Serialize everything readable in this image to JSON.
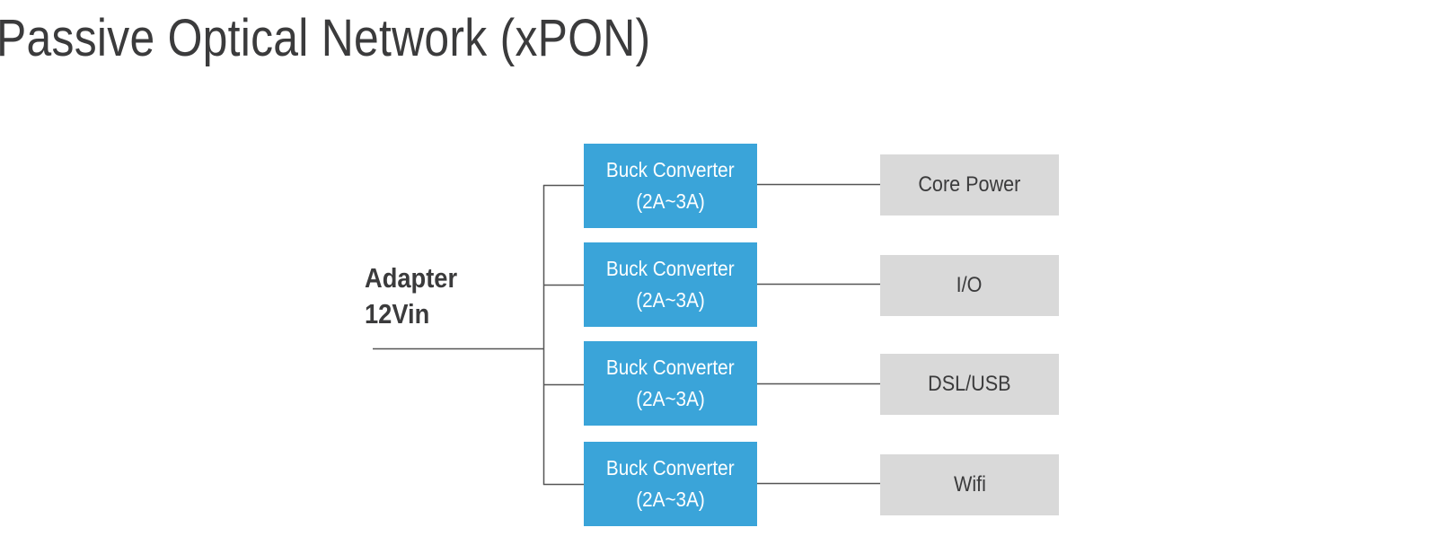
{
  "title": "Passive Optical Network (xPON)",
  "adapter": {
    "line1": "Adapter",
    "line2": "12Vin"
  },
  "branches": [
    {
      "converter_line1": "Buck Converter",
      "converter_line2": "(2A~3A)",
      "load": "Core Power"
    },
    {
      "converter_line1": "Buck Converter",
      "converter_line2": "(2A~3A)",
      "load": "I/O"
    },
    {
      "converter_line1": "Buck Converter",
      "converter_line2": "(2A~3A)",
      "load": "DSL/USB"
    },
    {
      "converter_line1": "Buck Converter",
      "converter_line2": "(2A~3A)",
      "load": "Wifi"
    }
  ],
  "colors": {
    "converter_fill": "#3aa4d9",
    "load_fill": "#d9d9d9",
    "text": "#3b3b3c",
    "line": "#555555"
  }
}
